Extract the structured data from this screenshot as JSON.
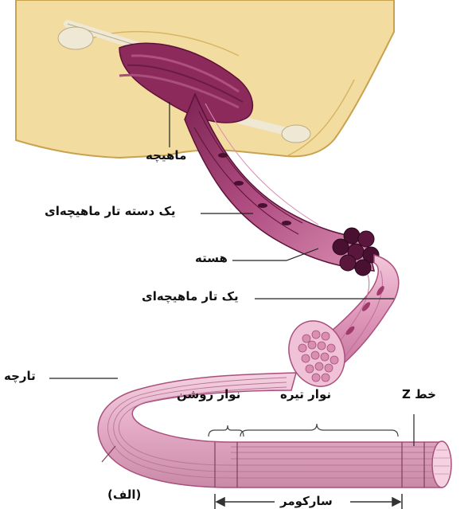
{
  "labels": {
    "muscle": "ماهیچه",
    "fiber_bundle": "یک دسته تار ماهیچه‌ای",
    "nucleus": "هسته",
    "muscle_fiber": "یک تار ماهیچه‌ای",
    "myofibril": "تارچه",
    "dark_band": "نوار تیره",
    "light_band": "نوار روشن",
    "z_line": "خط Z",
    "sarcomere": "سارکومر",
    "figure_tag": "(الف)"
  },
  "colors": {
    "skin": "#f3dca0",
    "skin_edge": "#c9a24e",
    "muscle": "#8c2a5c",
    "muscle_light": "#b0507e",
    "fiber": "#d98fb2",
    "fiber_light": "#efc2d7",
    "fiber_dark": "#a94f7c",
    "nucleus": "#4a1032"
  }
}
